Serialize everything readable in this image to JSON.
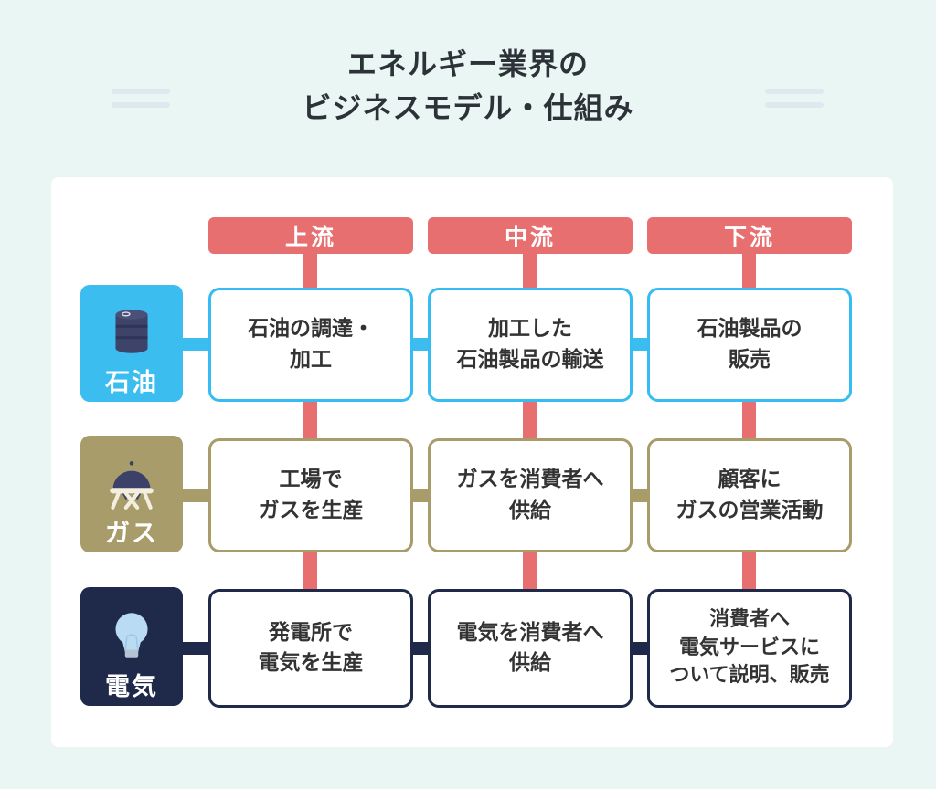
{
  "title": {
    "line1": "エネルギー業界の",
    "line2": "ビジネスモデル・仕組み"
  },
  "colors": {
    "page_background": "#eaf6f3",
    "card_background": "#ffffff",
    "header_red": "#e86f6f",
    "oil_blue": "#3bbdf0",
    "gas_tan": "#a89c6b",
    "electric_navy": "#1f2a4a",
    "box_text": "#333333",
    "deco_line": "#dde9ef"
  },
  "columns": [
    {
      "label": "上流"
    },
    {
      "label": "中流"
    },
    {
      "label": "下流"
    }
  ],
  "rows": [
    {
      "label": "石油",
      "icon": "oil-drum-icon",
      "cells": [
        "石油の調達・\n加工",
        "加工した\n石油製品の輸送",
        "石油製品の\n販売"
      ]
    },
    {
      "label": "ガス",
      "icon": "gas-tank-icon",
      "cells": [
        "工場で\nガスを生産",
        "ガスを消費者へ\n供給",
        "顧客に\nガスの営業活動"
      ]
    },
    {
      "label": "電気",
      "icon": "light-bulb-icon",
      "cells": [
        "発電所で\n電気を生産",
        "電気を消費者へ\n供給",
        "消費者へ\n電気サービスに\nついて説明、販売"
      ]
    }
  ]
}
